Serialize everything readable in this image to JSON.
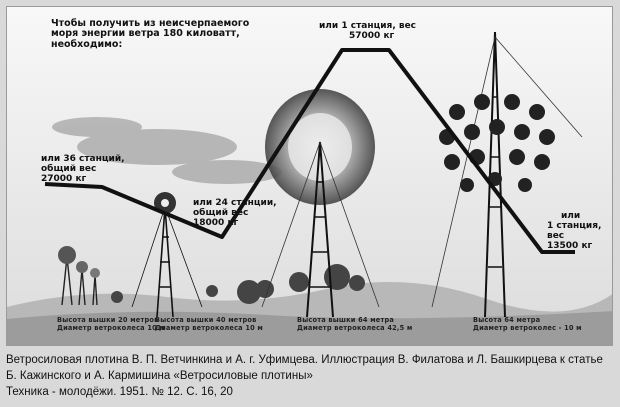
{
  "illustration": {
    "header": [
      "Чтобы получить из неисчерпаемого",
      "моря энергии ветра 180 киловатт,",
      "необходимо:"
    ],
    "option_36": [
      "или 36 станций,",
      "общий вес",
      "27000 кг"
    ],
    "option_24": [
      "или 24 станции,",
      "общий вес",
      "18000 кг"
    ],
    "option_1": [
      "или 1 станция, вес",
      "57000 кг"
    ],
    "option_right": [
      "или",
      "1 станция, вес",
      "13500 кг"
    ],
    "captions": {
      "small": [
        "Высота вышки 20 метров",
        "Диаметр ветроколеса 10 м"
      ],
      "medium": [
        "Высота вышки 40 метров",
        "Диаметр ветроколеса 10 м"
      ],
      "large": [
        "Высота вышки 64 метра",
        "Диаметр ветроколеса 42,5 м"
      ],
      "right": [
        "Высота 64 метра",
        "Диаметр ветроколес - 10 м"
      ]
    }
  },
  "caption": {
    "line1": "Ветросиловая плотина В. П. Ветчинкина и А. г. Уфимцева. Иллюстрация В. Филатова и Л. Башкирцева к статье",
    "line2": "Б. Кажинского и А. Кармишина «Ветросиловые плотины»",
    "line3": "Техника - молодёжи. 1951. № 12. С. 16, 20"
  },
  "colors": {
    "page": "#d9d9d9",
    "ink": "#111111",
    "sky": "#f2f2f2"
  }
}
